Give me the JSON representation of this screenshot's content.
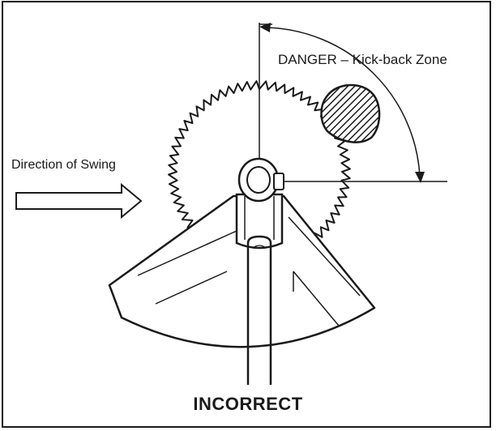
{
  "figure": {
    "danger_label": "DANGER – Kick-back Zone",
    "swing_label": "Direction of Swing",
    "caption": "INCORRECT"
  },
  "colors": {
    "ink": "#1a1a1a",
    "paper": "#ffffff"
  },
  "icons": {
    "blade": "saw-blade-icon",
    "arrow": "arrow-right-icon",
    "danger_zone": "hatched-danger-zone-icon"
  }
}
